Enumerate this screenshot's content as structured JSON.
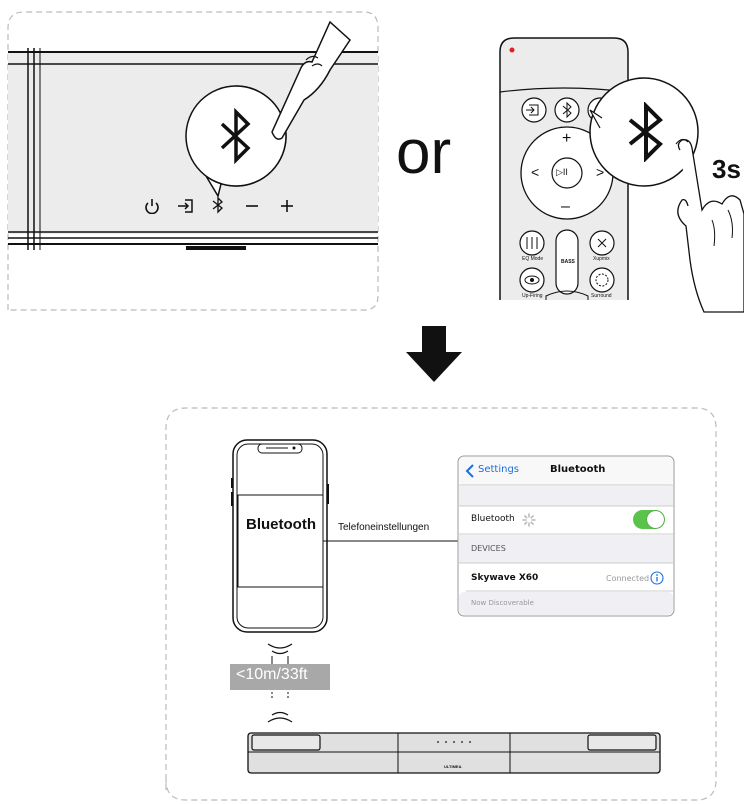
{
  "soundbar_panel": {
    "buttons": [
      "power-icon",
      "input-icon",
      "bluetooth-icon",
      "minus-icon",
      "plus-icon"
    ]
  },
  "or_label": "or",
  "remote": {
    "plus": "+",
    "minus": "–",
    "play_pause": "▷II",
    "left": "<",
    "right": ">",
    "eq_mode": "EQ Mode",
    "bass": "BASS",
    "xupmix": "Xupmix",
    "upfiring": "Up-Firing",
    "surround": "Surround",
    "hold_time": "3s"
  },
  "phone": {
    "screen_text": "Bluetooth",
    "connector_label": "Telefoneinstellungen"
  },
  "range_label": "<10m/33ft",
  "settings": {
    "back_label": "Settings",
    "title": "Bluetooth",
    "bluetooth_label": "Bluetooth",
    "devices_header": "DEVICES",
    "device_name": "Skywave X60",
    "device_status": "Connected",
    "discoverable": "Now Discoverable",
    "toggle_color": "#5ac44a"
  },
  "soundbar_logo": "ULTIMEA"
}
